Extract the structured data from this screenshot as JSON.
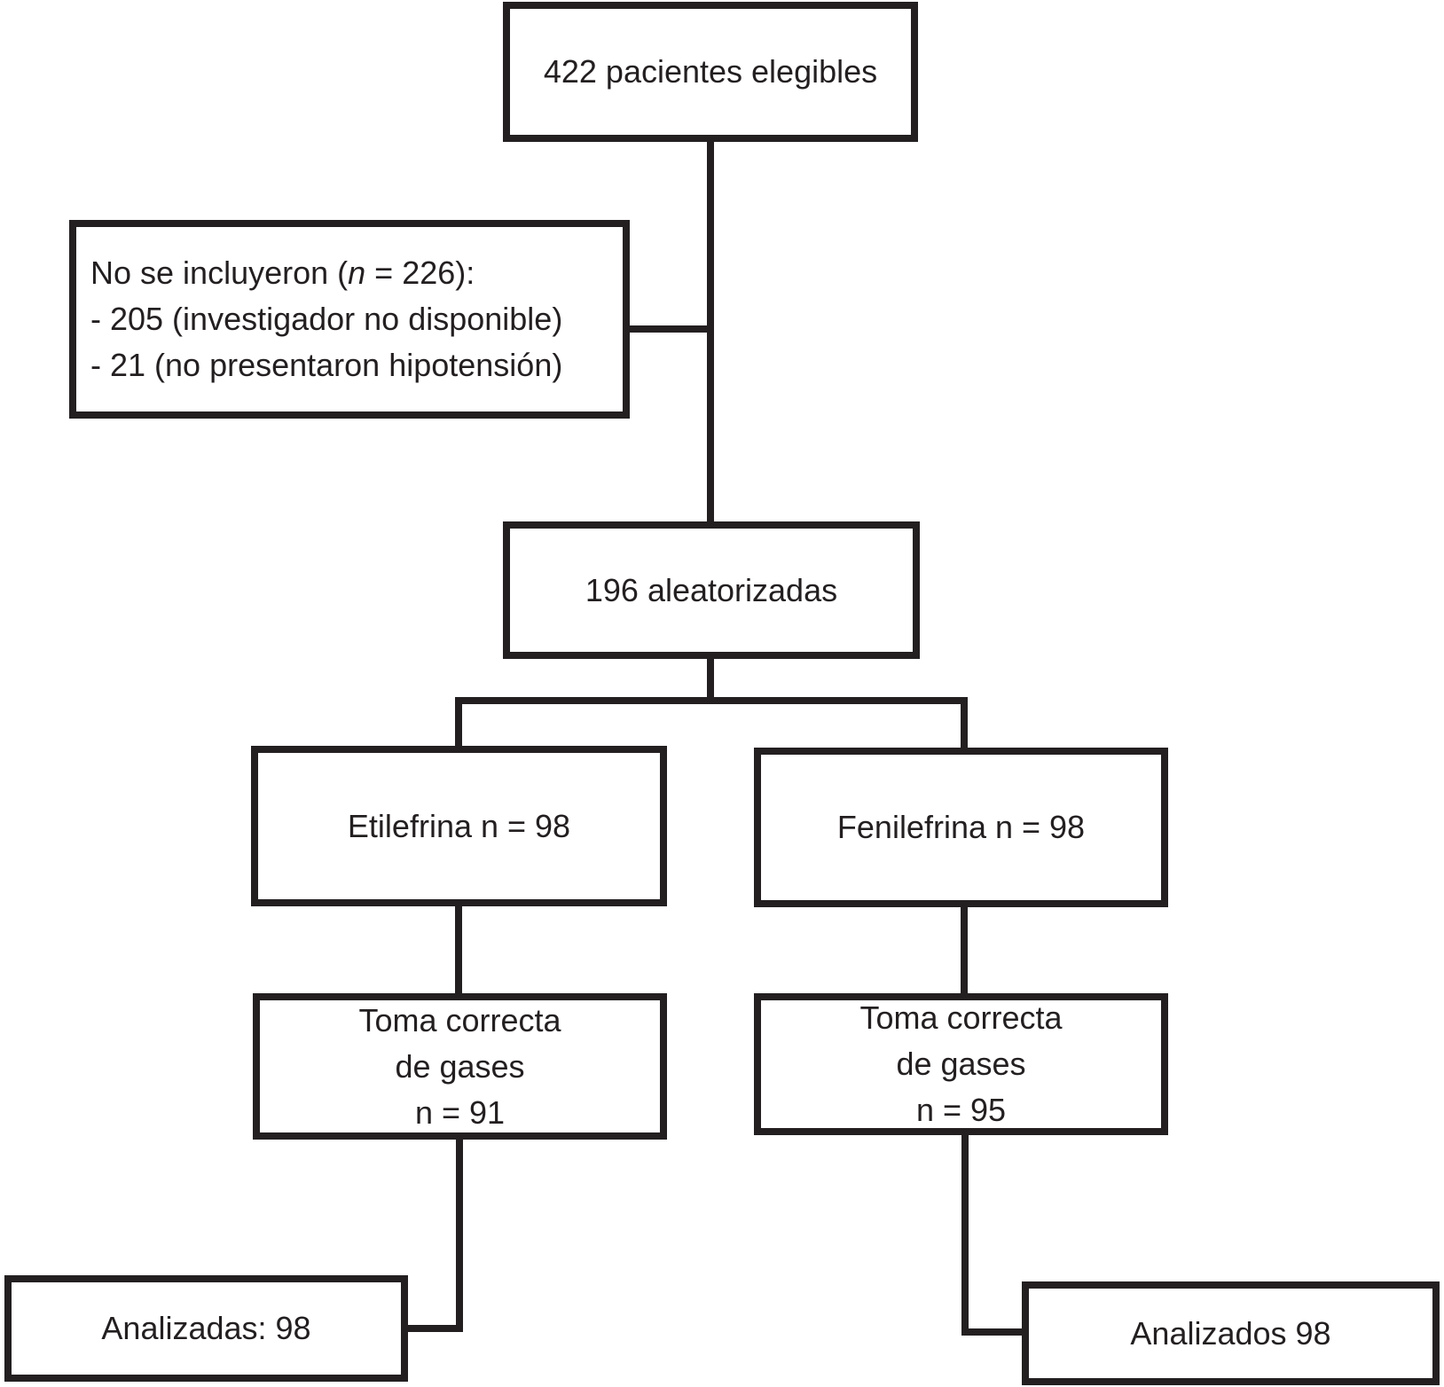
{
  "diagram": {
    "boxes": {
      "eligible": {
        "text": "422 pacientes elegibles"
      },
      "excluded": {
        "line1_pre": "No se incluyeron (",
        "line1_n": "n",
        "line1_post": " = 226):",
        "line2": "- 205 (investigador no disponible)",
        "line3": "- 21 (no presentaron hipotensión)"
      },
      "randomized": {
        "text": "196 aleatorizadas"
      },
      "arm_etilefrina": {
        "text": "Etilefrina n = 98"
      },
      "arm_fenilefrina": {
        "text": "Fenilefrina n = 98"
      },
      "gases_etilefrina": {
        "line1": "Toma correcta",
        "line2": "de gases",
        "line3": "n = 91"
      },
      "gases_fenilefrina": {
        "line1": "Toma correcta",
        "line2": "de gases",
        "line3": "n = 95"
      },
      "analyzed_left": {
        "text": "Analizadas: 98"
      },
      "analyzed_right": {
        "text": "Analizados 98"
      }
    },
    "colors": {
      "line": "#231f20",
      "text": "#231f20",
      "background": "#ffffff"
    }
  }
}
